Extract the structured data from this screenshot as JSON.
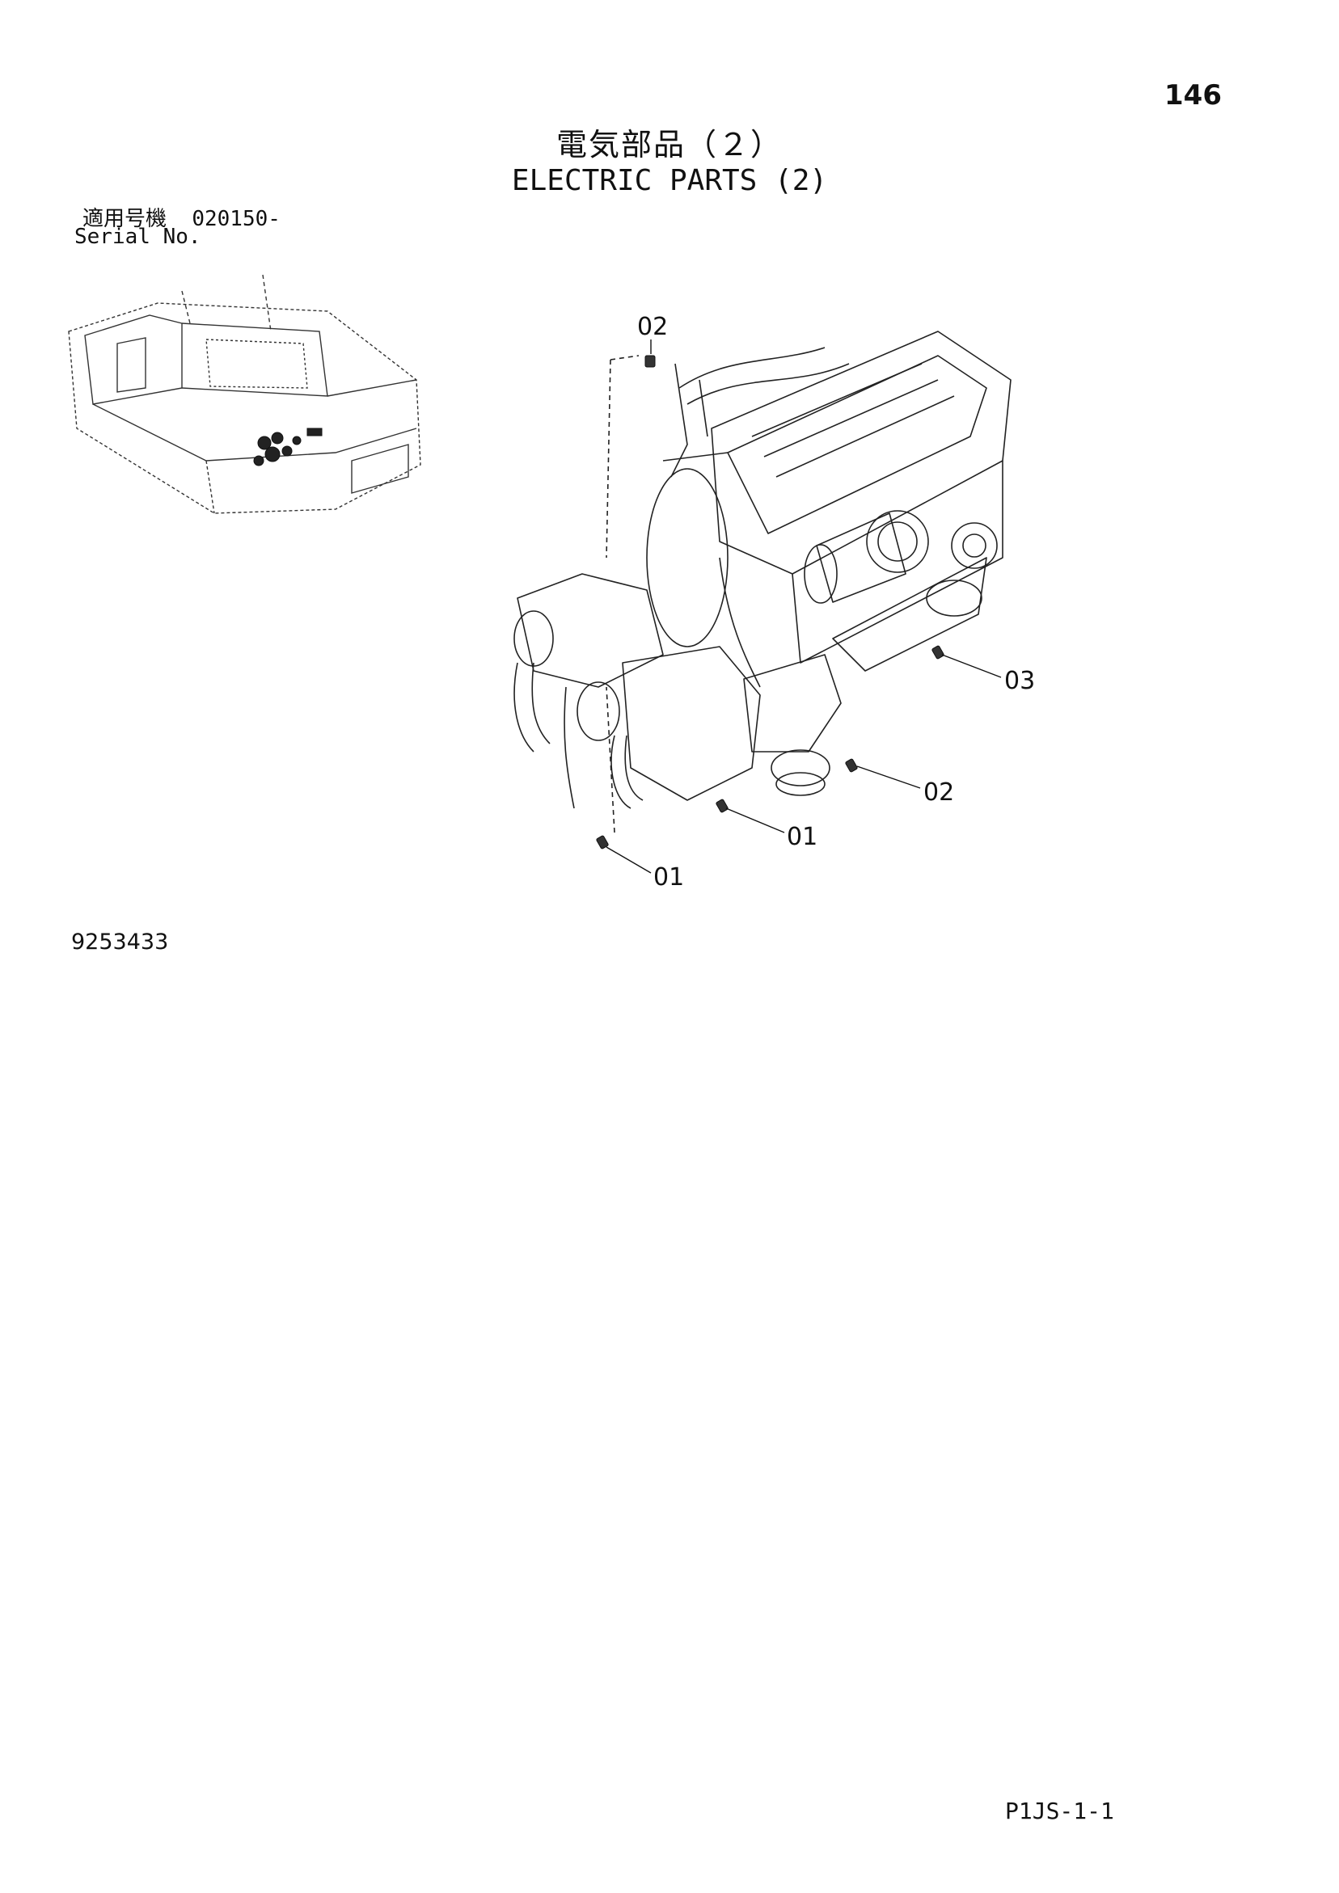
{
  "page": {
    "number": "146",
    "title_jp": "電気部品（２）",
    "title_en": "ELECTRIC PARTS (2)",
    "serial_label_jp": "適用号機",
    "serial_value": "020150-",
    "serial_label_en": "Serial No.",
    "drawing_number": "9253433",
    "footer_code": "P1JS-1-1"
  },
  "diagram": {
    "callouts": [
      {
        "id": "c1",
        "label": "02"
      },
      {
        "id": "c2",
        "label": "03"
      },
      {
        "id": "c3",
        "label": "02"
      },
      {
        "id": "c4",
        "label": "01"
      },
      {
        "id": "c5",
        "label": "01"
      }
    ]
  }
}
